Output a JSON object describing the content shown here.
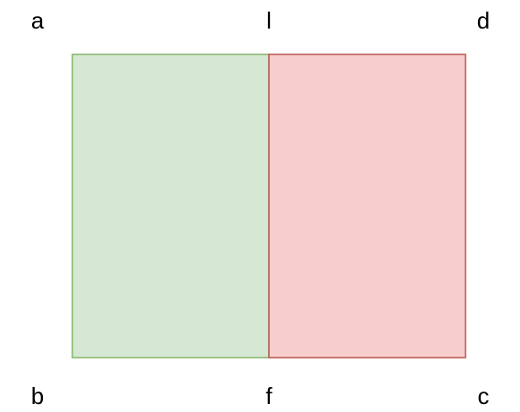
{
  "labels": {
    "top_left": "a",
    "top_middle": "l",
    "top_right": "d",
    "bottom_left": "b",
    "bottom_middle": "f",
    "bottom_right": "c"
  },
  "colors": {
    "left_fill": "#d5e8d4",
    "left_stroke": "#82b366",
    "right_fill": "#f8cecc",
    "right_stroke": "#b85450",
    "label": "#000000",
    "background": "#ffffff"
  }
}
